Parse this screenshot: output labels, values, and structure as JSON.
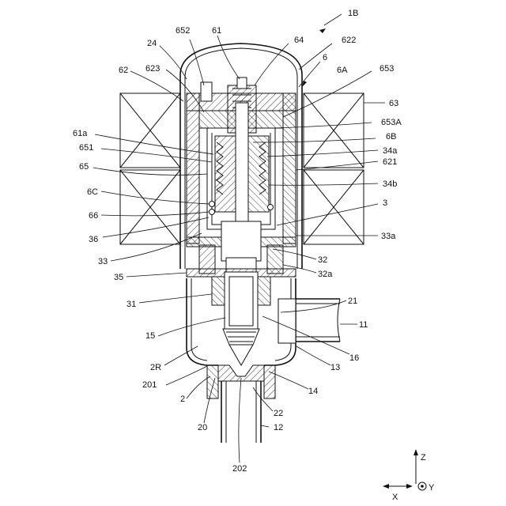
{
  "figure_id": "1B",
  "labels": {
    "l652": "652",
    "l61": "61",
    "l64": "64",
    "l622": "622",
    "l24": "24",
    "l6": "6",
    "l6A": "6A",
    "l653": "653",
    "l62": "62",
    "l623": "623",
    "l63": "63",
    "l653A": "653A",
    "l61a": "61a",
    "l6B": "6B",
    "l651": "651",
    "l34a": "34a",
    "l65": "65",
    "l621": "621",
    "l6C": "6C",
    "l34b": "34b",
    "l3": "3",
    "l66": "66",
    "l36": "36",
    "l33a": "33a",
    "l33": "33",
    "l32": "32",
    "l35": "35",
    "l32a": "32a",
    "l31": "31",
    "l21": "21",
    "l11": "11",
    "l15": "15",
    "l16": "16",
    "l2R": "2R",
    "l13": "13",
    "l201": "201",
    "l14": "14",
    "l2": "2",
    "l22": "22",
    "l20": "20",
    "l12": "12",
    "l202": "202"
  },
  "axes": {
    "z": "Z",
    "x": "X",
    "y": "Y"
  }
}
